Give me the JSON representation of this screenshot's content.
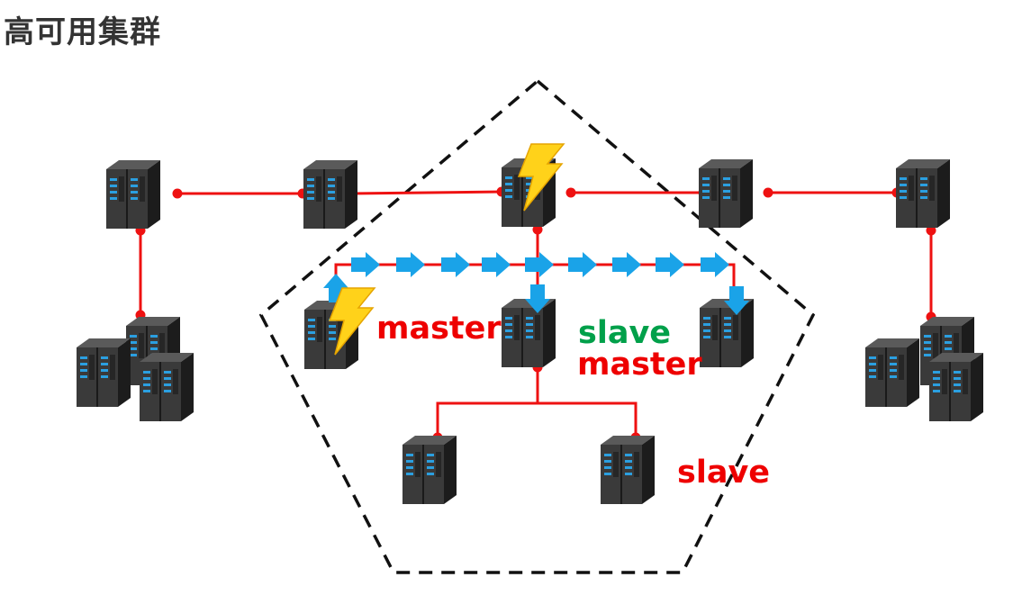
{
  "title": "高可用集群",
  "labels": {
    "master_left": "master",
    "slave_center": "slave",
    "master_center": "master",
    "slave_bottom": "slave"
  },
  "colors": {
    "link": "#ee1111",
    "arrow": "#1aa3e8",
    "label_red": "#ee0000",
    "label_green": "#00a04a",
    "boundary": "#111111",
    "lightning": "#ffd21a"
  },
  "icons": {
    "server": "server-rack-icon",
    "failure": "lightning-bolt-icon",
    "direction": "arrow-icon"
  }
}
